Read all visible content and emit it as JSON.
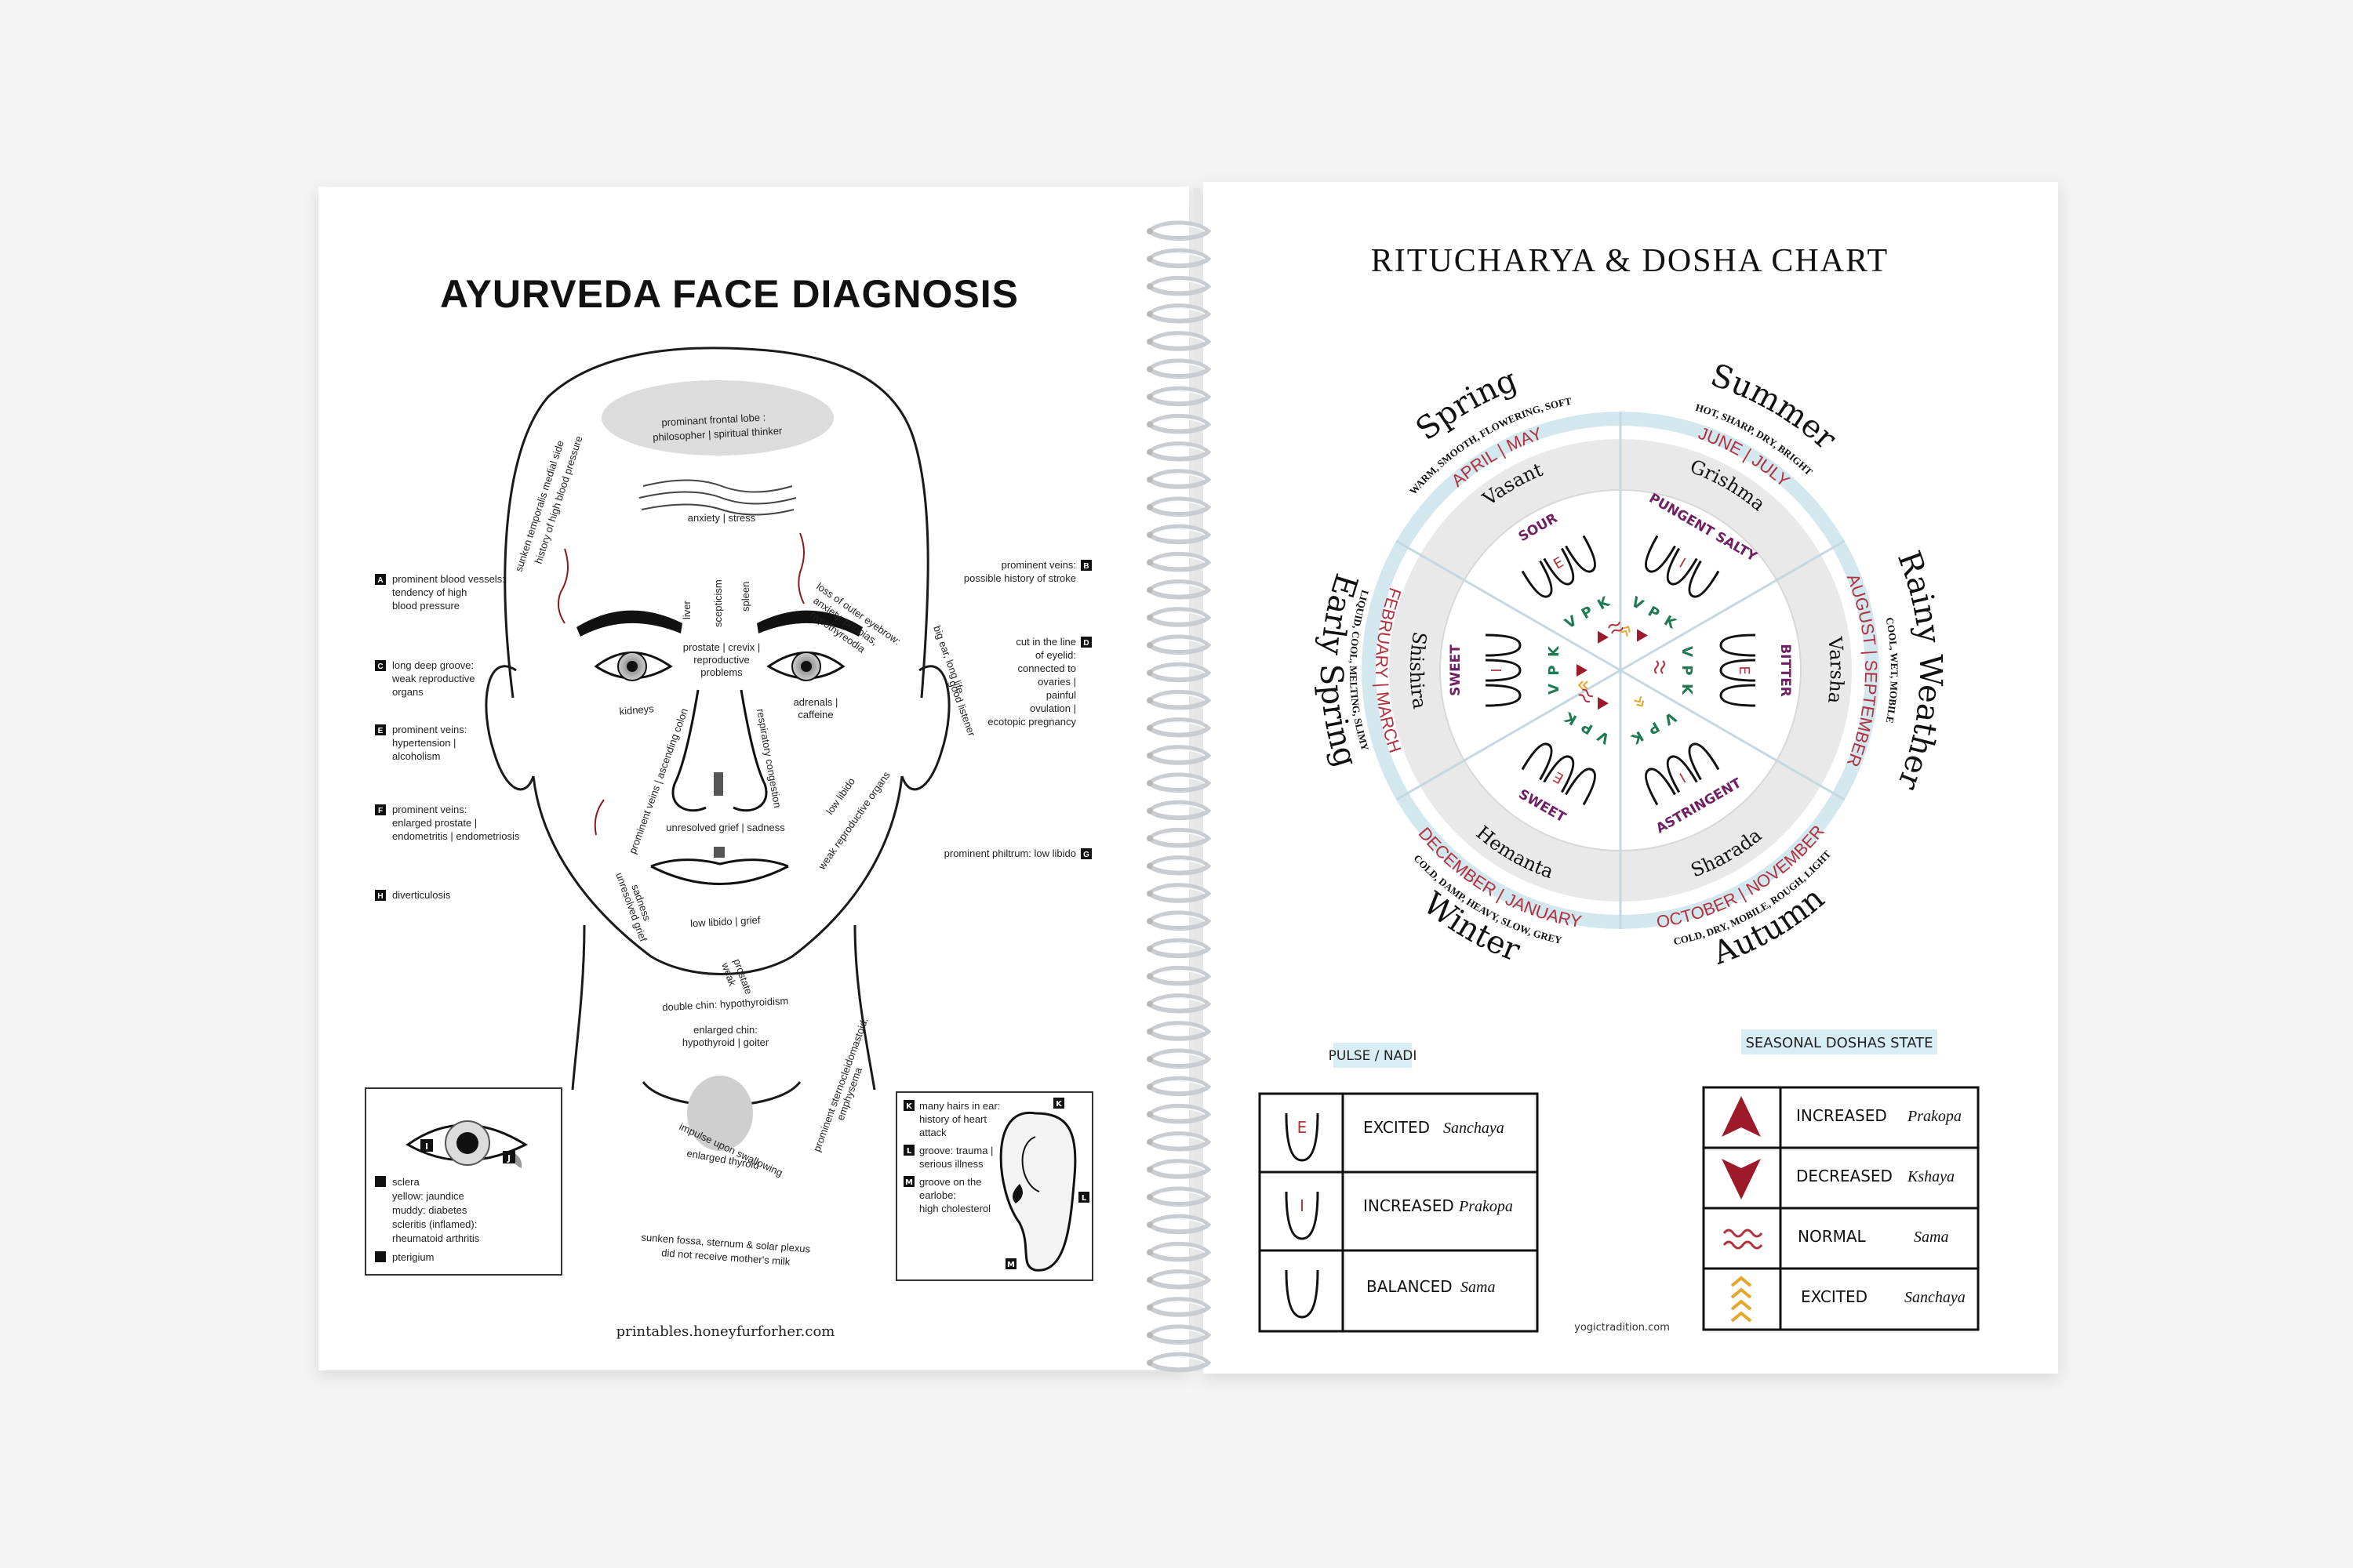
{
  "left_page": {
    "title": "AYURVEDA FACE DIAGNOSIS",
    "footer": "printables.honeyfurforher.com",
    "face_labels": {
      "frontal_1": "prominant frontal lobe :",
      "frontal_2": "philosopher | spiritual thinker",
      "anxiety": "anxiety | stress",
      "temporal_1": "sunken temporalis medial side",
      "temporal_2": "history of high blood pressure",
      "liver": "liver",
      "scepticism": "scepticism",
      "spleen": "spleen",
      "outer_eyebrow_1": "loss of outer eyebrow:",
      "outer_eyebrow_2": "anxiety, phobias,",
      "outer_eyebrow_3": "hypothyreodia",
      "prostate_1": "prostate | crevix |",
      "prostate_2": "reproductive",
      "prostate_3": "problems",
      "kidneys": "kidneys",
      "adrenals_1": "adrenals |",
      "adrenals_2": "caffeine",
      "big_ear_1": "big ear, long life",
      "big_ear_2": "good listener",
      "ascending_colon": "prominent veins | ascending colon",
      "respiratory": "respiratory congestion",
      "unresolved": "unresolved grief | sadness",
      "low_libido_1": "low libido",
      "weak_reproductive": "weak reproductive organs",
      "sadness": "sadness",
      "unresolved_grief": "unresolved grief",
      "low_libido_2": "low libido | grief",
      "weak_prostate_1": "weak",
      "weak_prostate_2": "prostate",
      "double_chin": "double chin: hypothyroidism",
      "enlarged_chin_1": "enlarged chin:",
      "enlarged_chin_2": "hypothyroid | goiter",
      "impulse_1": "impulse upon swallowing",
      "impulse_2": "enlarged thyroid",
      "sterno_1": "prominent sternocleidomastoid:",
      "sterno_2": "emphysema",
      "fossa_1": "sunken fossa, sternum & solar plexus",
      "fossa_2": "did not receive mother's milk"
    },
    "side_notes_left": [
      {
        "letter": "A",
        "lines": [
          "prominent blood vessels:",
          "tendency of high",
          "blood pressure"
        ]
      },
      {
        "letter": "C",
        "lines": [
          "long deep groove:",
          "weak reproductive",
          "organs"
        ]
      },
      {
        "letter": "E",
        "lines": [
          "prominent veins:",
          "hypertension |",
          "alcoholism"
        ]
      },
      {
        "letter": "F",
        "lines": [
          "prominent veins:",
          "enlarged prostate |",
          "endometritis | endometriosis"
        ]
      },
      {
        "letter": "H",
        "lines": [
          "diverticulosis"
        ]
      }
    ],
    "side_notes_right": [
      {
        "letter": "B",
        "lines": [
          "prominent veins:",
          "possible history of stroke"
        ]
      },
      {
        "letter": "D",
        "lines": [
          "cut in the line",
          "of eyelid:",
          "connected to",
          "ovaries |",
          "painful",
          "ovulation |",
          "ecotopic pregnancy"
        ]
      },
      {
        "letter": "G",
        "lines": [
          "prominent philtrum: low libido"
        ]
      }
    ],
    "eye_box": {
      "labels": [
        "I",
        "J"
      ],
      "i_lines": [
        "sclera",
        "yellow: jaundice",
        "muddy: diabetes",
        "scleritis (inflamed):",
        "rheumatoid arthritis"
      ],
      "j_line": "pterigium"
    },
    "ear_box": {
      "k_lines": [
        "many hairs in ear:",
        "history of heart",
        "attack"
      ],
      "l_lines": [
        "groove: trauma |",
        "serious illness"
      ],
      "m_lines": [
        "groove on the",
        "earlobe:",
        "high cholesterol"
      ],
      "letters": [
        "K",
        "L",
        "L",
        "M",
        "M"
      ]
    }
  },
  "right_page": {
    "title": "RITUCHARYA & DOSHA CHART",
    "footer": "yogictradition.com",
    "seasons": {
      "spring": {
        "name": "Spring",
        "qualities": "WARM, SMOOTH, FLOWERING, SOFT",
        "months": "APRIL | MAY",
        "sanskrit": "Vasant"
      },
      "summer": {
        "name": "Summer",
        "qualities": "HOT, SHARP, DRY, BRIGHT",
        "months": "JUNE | JULY",
        "sanskrit": "Grishma"
      },
      "rainy": {
        "name": "Rainy Weather",
        "qualities": "COOL, WET, MOBILE",
        "months": "AUGUST | SEPTEMBER",
        "sanskrit": "Varsha"
      },
      "autumn": {
        "name": "Autumn",
        "qualities": "COLD, DRY, MOBILE, ROUGH, LIGHT",
        "months": "OCTOBER | NOVEMBER",
        "sanskrit": "Sharada"
      },
      "winter": {
        "name": "Winter",
        "qualities": "COLD, DAMP, HEAVY, SLOW, GREY",
        "months": "DECEMBER | JANUARY",
        "sanskrit": "Hemanta"
      },
      "early_spring": {
        "name": "Early Spring",
        "qualities": "LIQUID, COOL, MELTING, SLIMY",
        "months": "FEBRUARY | MARCH",
        "sanskrit": "Shishira"
      }
    },
    "tastes": {
      "sour": "SOUR",
      "pungent_salty": "PUNGENT SALTY",
      "bitter": "BITTER",
      "astringent": "ASTRINGENT",
      "sweet_lower": "SWEET",
      "sweet_left": "SWEET"
    },
    "letters": {
      "e": "E",
      "i": "I",
      "v": "V",
      "p": "P",
      "k": "K"
    },
    "pulse": {
      "heading": "PULSE / NADI",
      "rows": [
        {
          "mark": "E",
          "state": "EXCITED",
          "sanskrit": "Sanchaya"
        },
        {
          "mark": "I",
          "state": "INCREASED",
          "sanskrit": "Prakopa"
        },
        {
          "mark": "",
          "state": "BALANCED",
          "sanskrit": "Sama"
        }
      ]
    },
    "doshas_state": {
      "heading": "SEASONAL DOSHAS STATE",
      "rows": [
        {
          "icon": "up-arrow-icon",
          "state": "INCREASED",
          "sanskrit": "Prakopa"
        },
        {
          "icon": "down-arrow-icon",
          "state": "DECREASED",
          "sanskrit": "Kshaya"
        },
        {
          "icon": "wave-icon",
          "state": "NORMAL",
          "sanskrit": "Sama"
        },
        {
          "icon": "chevrons-icon",
          "state": "EXCITED",
          "sanskrit": "Sanchaya"
        }
      ]
    }
  },
  "colors": {
    "background": "#f4f4f4",
    "paper": "#ffffff",
    "ring_blue": "#d3e7ef",
    "month_red": "#b2313d",
    "taste_purple": "#6f1f63",
    "arrow_red": "#9d1a2b",
    "green_letter": "#1f7a52",
    "gold": "#e5a62a"
  }
}
